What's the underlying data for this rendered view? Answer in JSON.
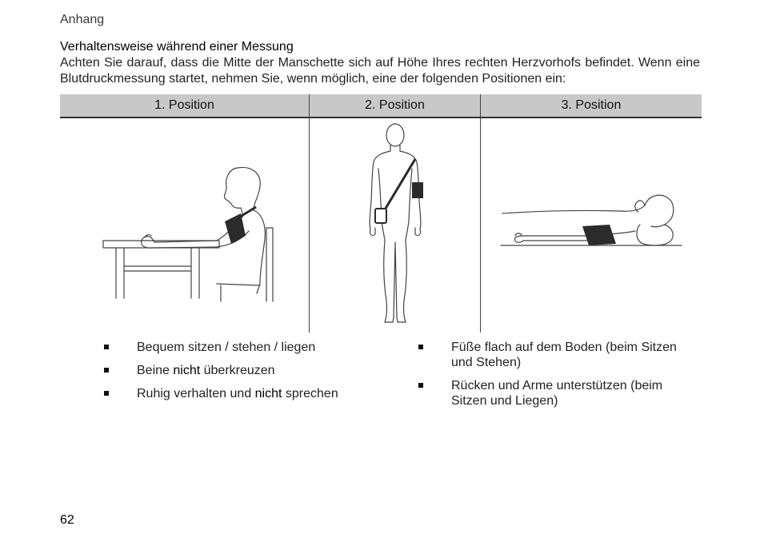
{
  "page": {
    "section_header": "Anhang",
    "heading": "Verhaltensweise während einer Messung",
    "intro": "Achten Sie darauf, dass die Mitte der Manschette sich auf Höhe Ihres rechten Herzvorhofs befindet. Wenn eine Blutdruckmessung startet, nehmen Sie, wenn möglich, eine der folgenden Positionen ein:",
    "page_number": "62"
  },
  "table": {
    "headers": [
      "1. Position",
      "2. Position",
      "3. Position"
    ]
  },
  "bullets_left": [
    {
      "text": "Bequem sitzen / stehen / liegen"
    },
    {
      "pre": "Beine ",
      "emph": "nicht",
      "post": " überkreuzen"
    },
    {
      "pre": "Ruhig verhalten und ",
      "emph": "nicht",
      "post": " sprechen"
    }
  ],
  "bullets_right": [
    {
      "text": "Füße flach auf dem Boden (beim Sitzen und Stehen)"
    },
    {
      "text": "Rücken und Arme unterstützen (beim Sitzen und Liegen)"
    }
  ],
  "colors": {
    "header_bg": "#c8c8c8",
    "cuff": "#2b2b2b",
    "line": "#444444"
  }
}
